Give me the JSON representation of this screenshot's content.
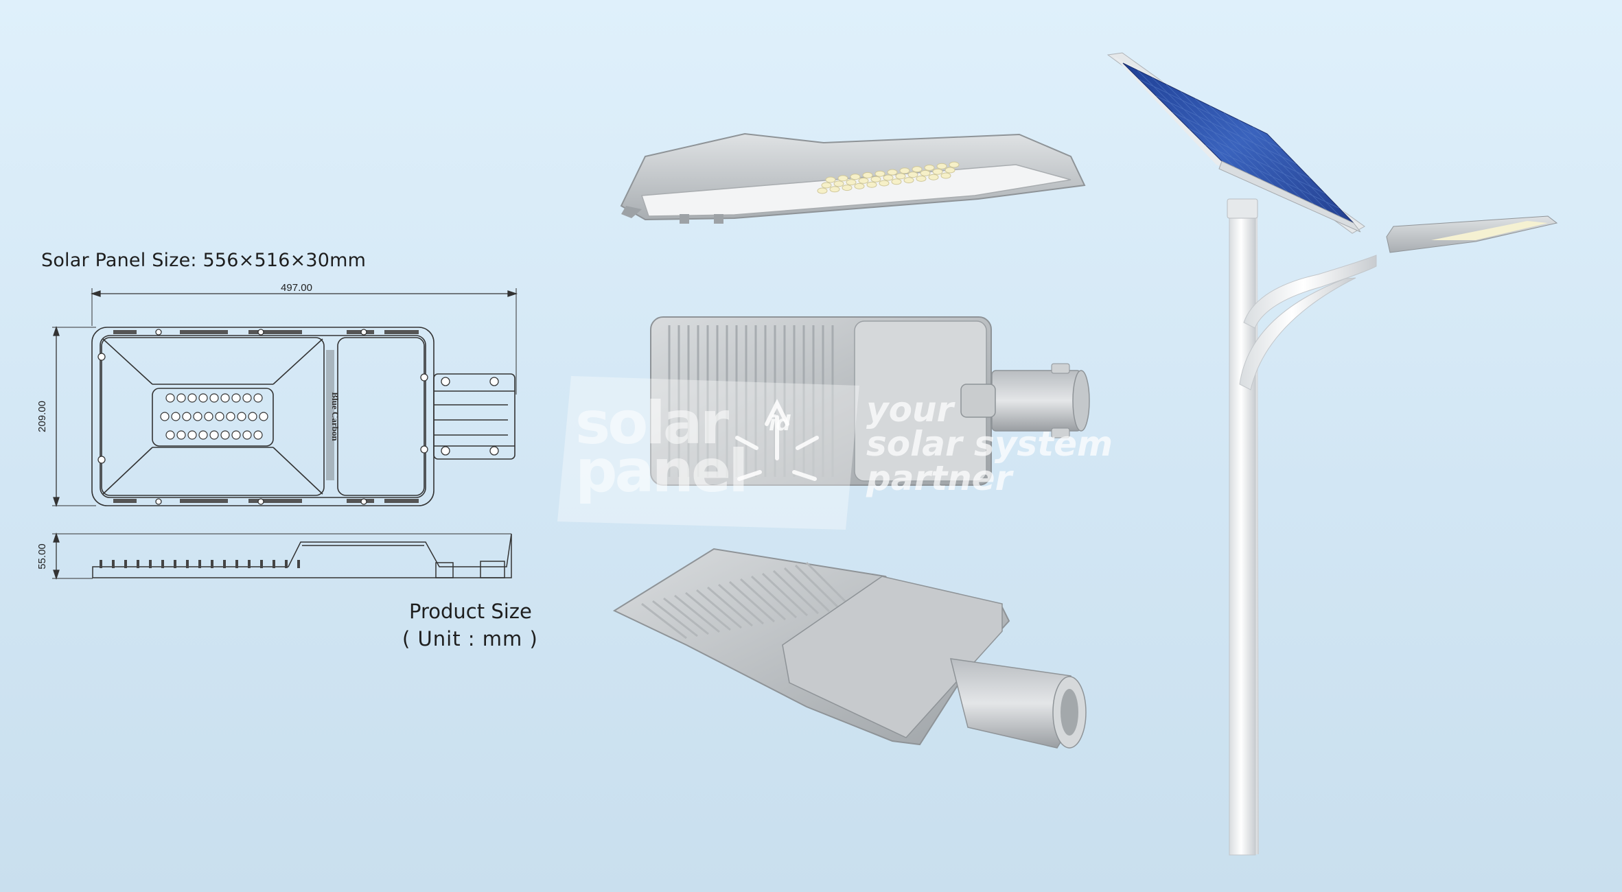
{
  "labels": {
    "solar_panel_size": "Solar Panel Size: 556×516×30mm",
    "product_size": "Product Size",
    "unit": "( Unit : mm )"
  },
  "dimensions": {
    "width": "497.00",
    "height": "209.00",
    "depth": "55.00"
  },
  "engraving": "Blue Carbon",
  "watermark": {
    "brand_line1": "solar",
    "brand_line2": "panel",
    "brand_suffix": "id",
    "tagline_1": "your",
    "tagline_2": "solar system",
    "tagline_3": "partner"
  },
  "colors": {
    "background": "#d6eaf7",
    "housing": "#c8cccf",
    "solar_cell": "#2c4fa0",
    "pole": "#eef1f3"
  }
}
